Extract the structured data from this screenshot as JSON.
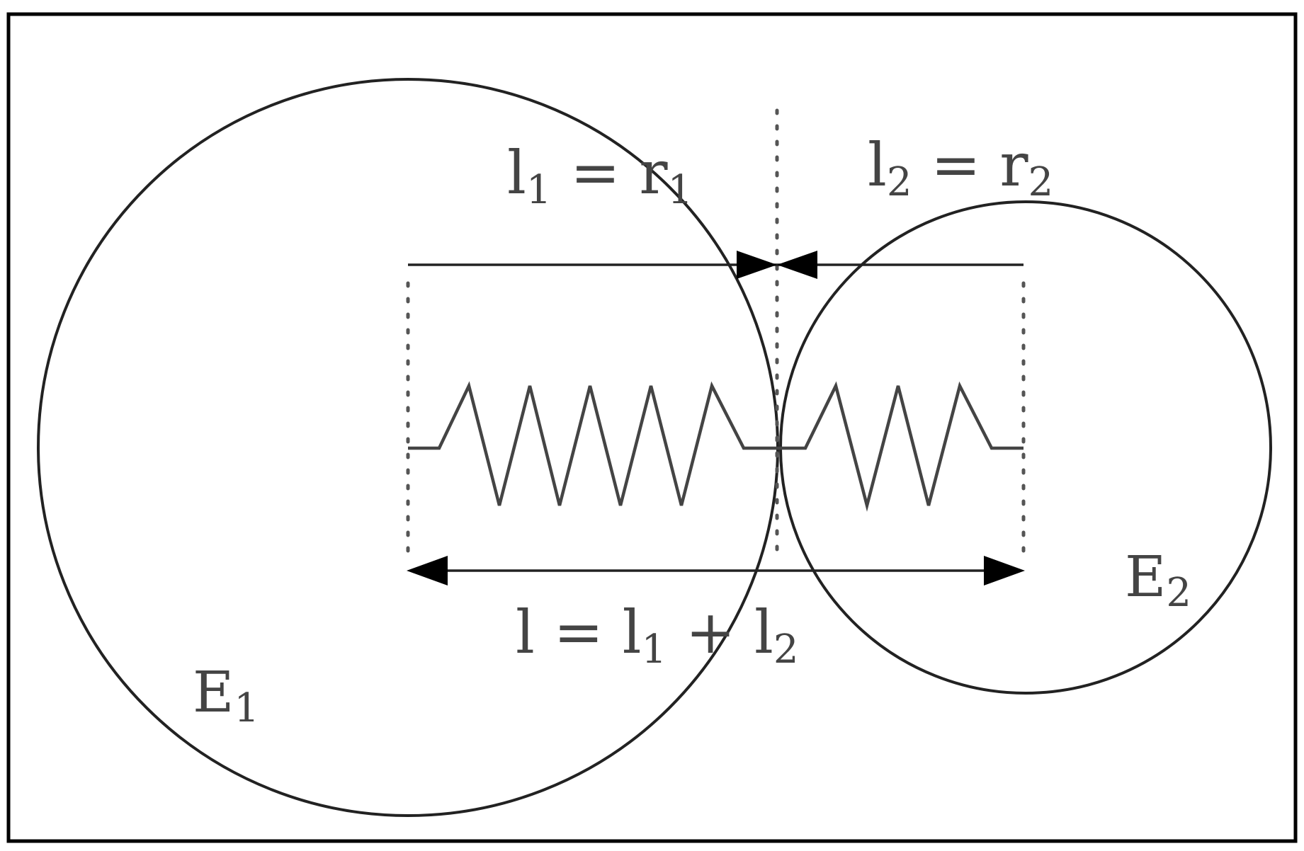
{
  "labels": {
    "l1_eq_r1": {
      "l": "l",
      "l_sub": "1",
      "eq": " = ",
      "r": "r",
      "r_sub": "1"
    },
    "l2_eq_r2": {
      "l": "l",
      "l_sub": "2",
      "eq": " = ",
      "r": "r",
      "r_sub": "2"
    },
    "sum": {
      "l": "l",
      "eq": " = ",
      "l1": "l",
      "l1_sub": "1",
      "plus": " + ",
      "l2": "l",
      "l2_sub": "2"
    },
    "E1": {
      "E": "E",
      "sub": "1"
    },
    "E2": {
      "E": "E",
      "sub": "2"
    }
  },
  "colors": {
    "line": "#222222",
    "text": "#444444",
    "dotted": "#555555",
    "background": "#ffffff"
  }
}
